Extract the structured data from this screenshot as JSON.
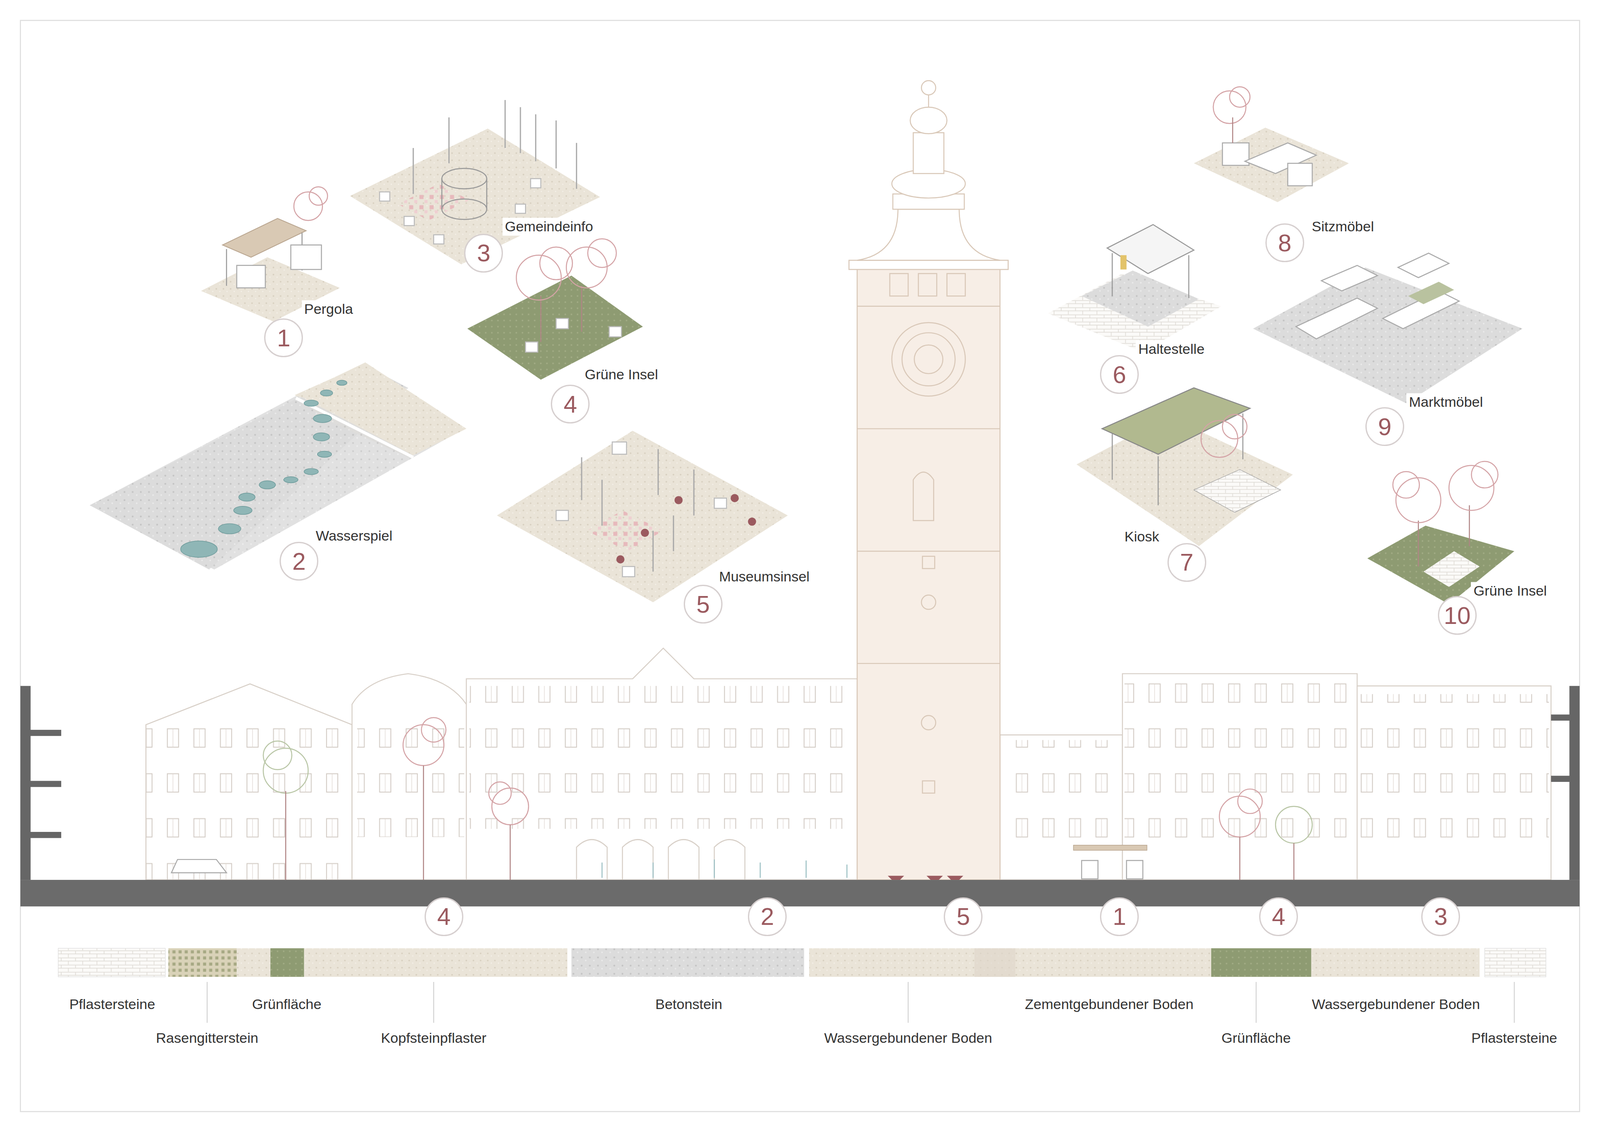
{
  "diagram": {
    "nodes": [
      {
        "text": [
          "1"
        ]
      },
      {
        "text": [
          "2"
        ]
      },
      {
        "text": [
          "3"
        ]
      },
      {
        "text": [
          "4"
        ]
      },
      {
        "text": [
          "5"
        ]
      },
      {
        "text": [
          "6"
        ]
      },
      {
        "text": [
          "7"
        ]
      },
      {
        "text": [
          "8"
        ]
      },
      {
        "text": [
          "9"
        ]
      },
      {
        "text": [
          "10"
        ]
      },
      {
        "text": [
          "4"
        ]
      },
      {
        "text": [
          "2"
        ]
      },
      {
        "text": [
          "5"
        ]
      },
      {
        "text": [
          "1"
        ]
      },
      {
        "text": [
          "4"
        ]
      },
      {
        "text": [
          "3"
        ]
      }
    ],
    "labels": [
      "Pergola",
      "Wasserspiel",
      "Gemeindeinfo",
      "Grüne Insel",
      "Museumsinsel",
      "Haltestelle",
      "Kiosk",
      "Sitzmöbel",
      "Marktmöbel",
      "Grüne Insel",
      "Pflastersteine",
      "Rasengitterstein",
      "Grünfläche",
      "Kopfsteinpflaster",
      "Betonstein",
      "Wassergebundener Boden",
      "Zementgebundener Boden",
      "Grünfläche",
      "Wassergebundener Boden",
      "Pflastersteine"
    ]
  }
}
